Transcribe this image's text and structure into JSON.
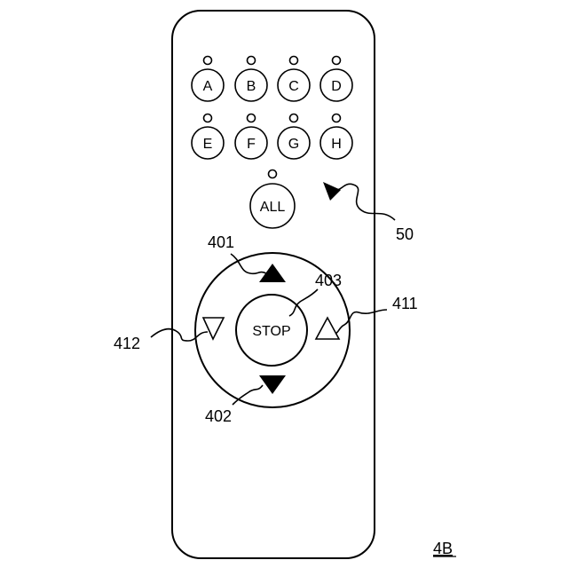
{
  "remote": {
    "channel_buttons": [
      {
        "label": "A"
      },
      {
        "label": "B"
      },
      {
        "label": "C"
      },
      {
        "label": "D"
      },
      {
        "label": "E"
      },
      {
        "label": "F"
      },
      {
        "label": "G"
      },
      {
        "label": "H"
      }
    ],
    "all_button": {
      "label": "ALL"
    },
    "stop_button": {
      "label": "STOP"
    }
  },
  "references": {
    "remote": "50",
    "up_arrow": "401",
    "down_arrow": "402",
    "stop": "403",
    "right_arrow": "411",
    "left_arrow": "412"
  },
  "figure_label": "4B"
}
